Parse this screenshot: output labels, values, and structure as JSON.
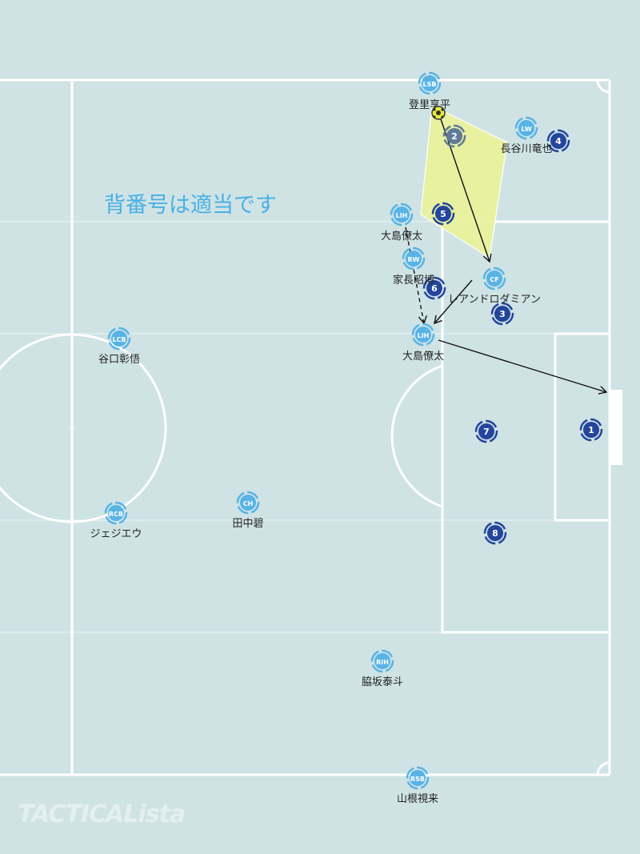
{
  "note": "背番号は適当です",
  "brand": "TACTICALista",
  "colors": {
    "background": "#cfe3e5",
    "lines": "#ffffff",
    "own_team": "#58b3e6",
    "opponent": "#24459c",
    "zone_fill": "#e9f29a",
    "zone_stroke": "#ffffff",
    "arrow": "#111111"
  },
  "own_players": [
    {
      "id": "lsb",
      "role": "LSB",
      "name": "登里享平"
    },
    {
      "id": "lw",
      "role": "LW",
      "name": "長谷川竜也"
    },
    {
      "id": "lih-top",
      "role": "LIH",
      "name": "大島僚太"
    },
    {
      "id": "rw",
      "role": "RW",
      "name": "家長昭博"
    },
    {
      "id": "cf",
      "role": "CF",
      "name": "レアンドロダミアン"
    },
    {
      "id": "lih-bottom",
      "role": "LIH",
      "name": "大島僚太"
    },
    {
      "id": "lcb",
      "role": "LCB",
      "name": "谷口彰悟"
    },
    {
      "id": "rcb",
      "role": "RCB",
      "name": "ジェジエウ"
    },
    {
      "id": "ch",
      "role": "CH",
      "name": "田中碧"
    },
    {
      "id": "rih",
      "role": "RIH",
      "name": "脇坂泰斗"
    },
    {
      "id": "rsb",
      "role": "RSB",
      "name": "山根視来"
    }
  ],
  "opponents": [
    {
      "id": "opp-1",
      "number": "1"
    },
    {
      "id": "opp-2",
      "number": "2"
    },
    {
      "id": "opp-3",
      "number": "3"
    },
    {
      "id": "opp-4",
      "number": "4"
    },
    {
      "id": "opp-5",
      "number": "5"
    },
    {
      "id": "opp-6",
      "number": "6"
    },
    {
      "id": "opp-7",
      "number": "7"
    },
    {
      "id": "opp-8",
      "number": "8"
    }
  ]
}
